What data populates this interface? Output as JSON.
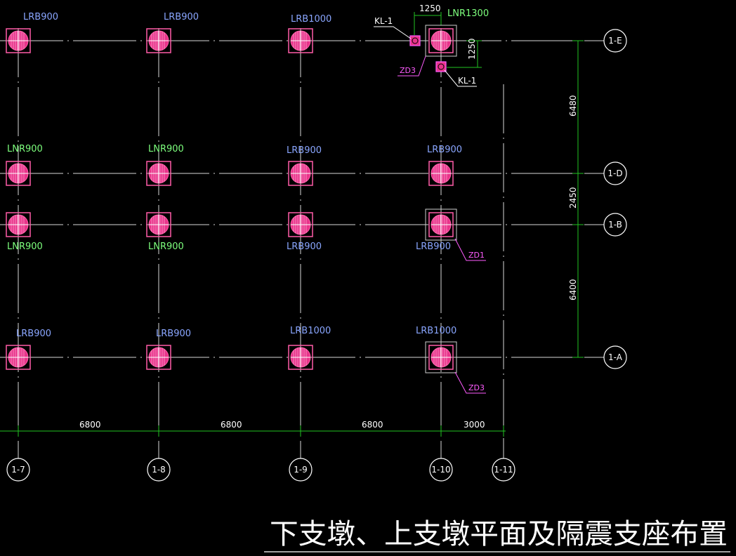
{
  "title": "下支墩、上支墩平面及隔震支座布置",
  "colors": {
    "background": "#000000",
    "grid": "#d9d9d9",
    "bearing": "#ff5ca8",
    "bearing_fill": "#e8338a",
    "lrb_label": "#8aa6ff",
    "lnr_label": "#7dff7d",
    "dimension": "#22c322",
    "leader": "#ff5cff"
  },
  "axes": {
    "columns": [
      "1-7",
      "1-8",
      "1-9",
      "1-10",
      "1-11"
    ],
    "rows": [
      "1-E",
      "1-D",
      "1-B",
      "1-A"
    ]
  },
  "dimensions": {
    "bottom": [
      "6800",
      "6800",
      "6800",
      "3000"
    ],
    "right": [
      "6480",
      "2450",
      "6400"
    ],
    "detail_horizontal": "1250",
    "detail_vertical": "1250"
  },
  "bearings": {
    "row_e": [
      "LRB900",
      "LRB900",
      "LRB1000",
      "LNR1300"
    ],
    "row_d": [
      "LNR900",
      "LNR900",
      "LRB900",
      "LRB900"
    ],
    "row_b": [
      "LNR900",
      "LNR900",
      "LRB900",
      "LRB900"
    ],
    "row_a": [
      "LRB900",
      "LRB900",
      "LRB1000",
      "LRB1000"
    ]
  },
  "callouts": {
    "kl1_left": "KL-1",
    "kl1_right": "KL-1",
    "zd3_top": "ZD3",
    "zd1": "ZD1",
    "zd3_bottom": "ZD3"
  }
}
